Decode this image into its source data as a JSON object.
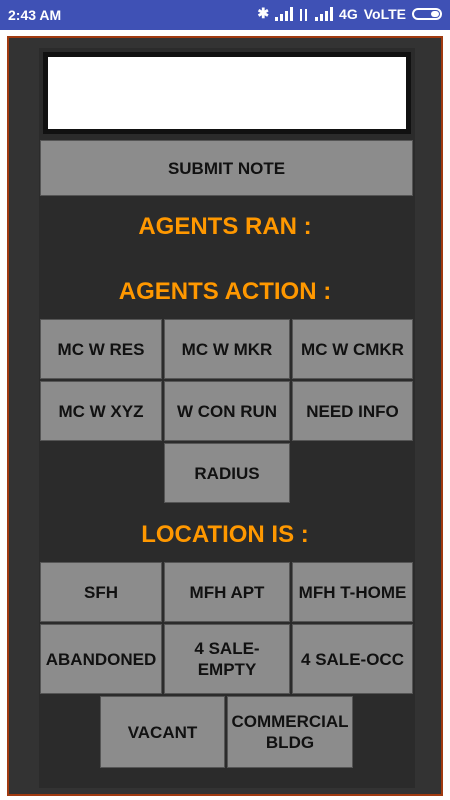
{
  "status_bar": {
    "time": "2:43 AM",
    "network": "4G",
    "volte": "VoLTE"
  },
  "note": {
    "value": "",
    "placeholder": ""
  },
  "submit_note": "SUBMIT NOTE",
  "agents_ran_heading": "AGENTS RAN :",
  "agents_action_heading": "AGENTS ACTION :",
  "agents_action_buttons": [
    "MC W RES",
    "MC W MKR",
    "MC W CMKR",
    "MC W XYZ",
    "W CON RUN",
    "NEED INFO",
    "RADIUS"
  ],
  "location_heading": "LOCATION IS :",
  "location_buttons": [
    "SFH",
    "MFH APT",
    "MFH T-HOME",
    "ABANDONED",
    "4 SALE-EMPTY",
    "4 SALE-OCC",
    "VACANT",
    "COMMERCIAL BLDG"
  ],
  "colors": {
    "status_bar": "#3f51b5",
    "heading": "#ff9800",
    "button": "#8c8c8c",
    "panel": "#2b2b2b",
    "frame_border": "#a03a10"
  }
}
